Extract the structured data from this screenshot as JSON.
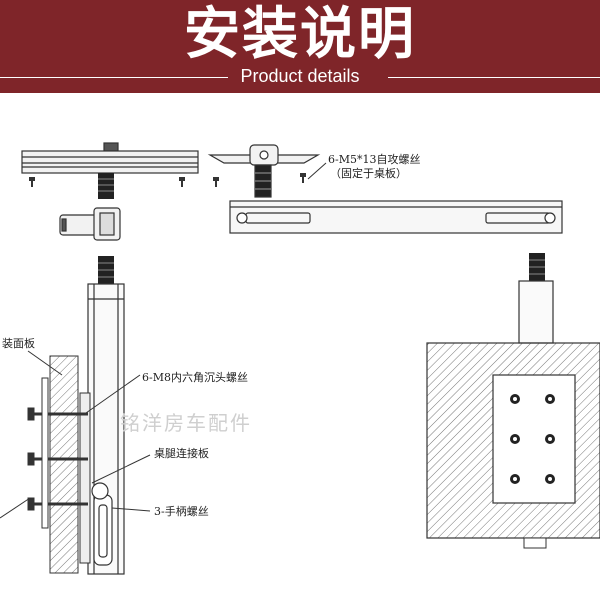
{
  "header": {
    "title": "安装说明",
    "subtitle": "Product details",
    "background": "#7f2529"
  },
  "labels": {
    "screw_self_tap": "6-M5*13自攻螺丝",
    "screw_self_tap_note": "（固定于桌板）",
    "panel": "装面板",
    "screw_hex": "6-M8内六角沉头螺丝",
    "plate": "桌腿连接板",
    "handle_screw": "3-手柄螺丝"
  },
  "watermark": "铭洋房车配件"
}
